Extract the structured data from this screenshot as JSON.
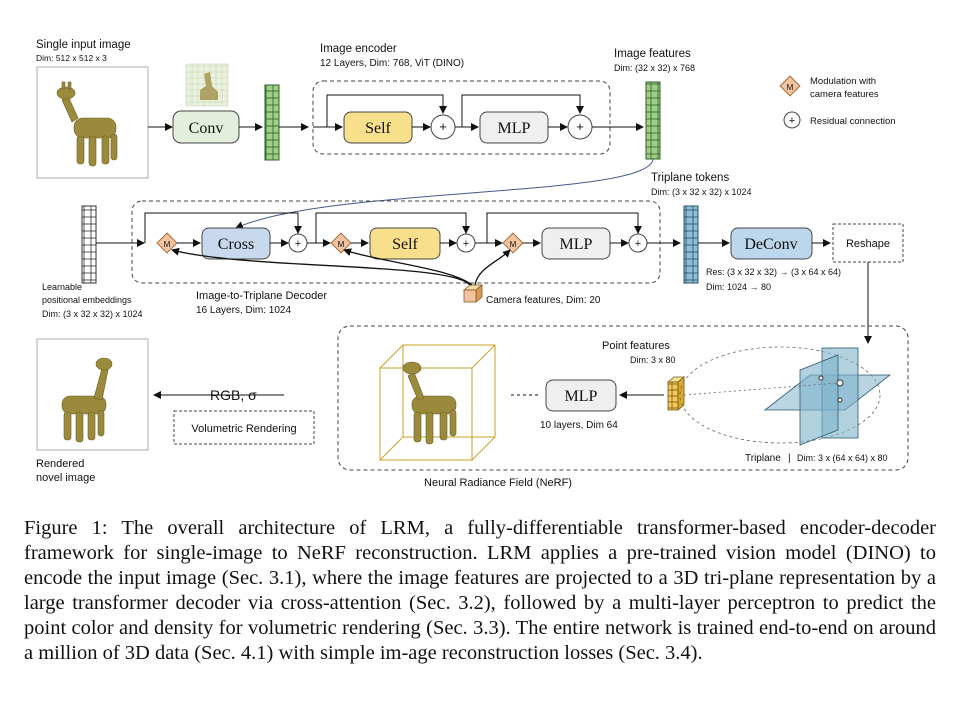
{
  "figure": {
    "input": {
      "title": "Single input image",
      "dim": "Dim: 512 x 512 x 3"
    },
    "conv": "Conv",
    "encoder": {
      "title": "Image encoder",
      "sub": "12 Layers, Dim: 768, ViT (DINO)",
      "self": "Self",
      "mlp": "MLP"
    },
    "image_features": {
      "title": "Image features",
      "dim": "Dim: (32 x 32) x 768"
    },
    "legend": {
      "modulation_line1": "Modulation with",
      "modulation_line2": "camera features",
      "modulation_symbol": "M",
      "residual": "Residual connection",
      "plus": "+"
    },
    "triplane_tokens": {
      "title": "Triplane  tokens",
      "dim": "Dim: (3 x 32 x 32) x 1024"
    },
    "decoder": {
      "cross": "Cross",
      "self": "Self",
      "mlp": "MLP",
      "title": "Image-to-Triplane Decoder",
      "sub": "16 Layers, Dim: 1024"
    },
    "learnable": {
      "line1": "Learnable",
      "line2": "positional embeddings",
      "dim": "Dim: (3 x 32 x 32) x 1024"
    },
    "camera": "Camera features, Dim: 20",
    "deconv": {
      "label": "DeConv",
      "res": "Res: (3 x 32 x 32) → (3 x 64 x 64)",
      "dim": "Dim: 1024 → 80"
    },
    "reshape": "Reshape",
    "point_features": {
      "title": "Point features",
      "dim": "Dim: 3 x 80"
    },
    "nerf_mlp": {
      "label": "MLP",
      "sub": "10 layers, Dim 64"
    },
    "rgb": "RGB, σ",
    "volumetric": "Volumetric Rendering",
    "rendered": {
      "line1": "Rendered",
      "line2": "novel image"
    },
    "triplane": {
      "title": "Triplane",
      "dim": "Dim: 3 x (64 x 64) x 80"
    },
    "nerf": "Neural Radiance Field (NeRF)"
  },
  "caption": "Figure 1: The overall architecture of LRM, a fully-differentiable transformer-based encoder-decoder framework for single-image to NeRF reconstruction.  LRM applies a pre-trained vision model (DINO) to encode the input image (Sec. 3.1), where the image features are projected to a 3D tri-plane representation by a large transformer decoder via cross-attention (Sec. 3.2), followed by a multi-layer perceptron to predict the point color and density for volumetric rendering (Sec. 3.3). The entire network is trained end-to-end on around a million of 3D data (Sec. 4.1) with simple im-age reconstruction losses (Sec. 3.4).",
  "colors": {
    "conv": "#e3efdc",
    "self": "#f8df8c",
    "cross": "#c8d9ee",
    "deconv": "#bcd6ec",
    "mlp": "#efefef",
    "modulation": "#f2c39f",
    "green_token": "#9fcf86",
    "blue_token": "#8fbfd6",
    "triplane": "#7fb3c9",
    "giraffe": "#9b8a3c"
  }
}
